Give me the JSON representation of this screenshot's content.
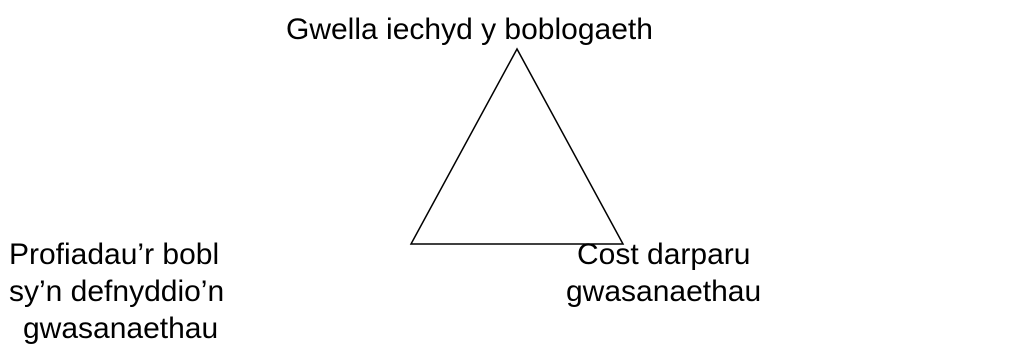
{
  "diagram": {
    "top_label": "Gwella iechyd y boblogaeth",
    "left_label_lines": [
      "Profiadau’r bobl",
      "sy’n defnyddio’n",
      "gwasanaethau"
    ],
    "right_label_lines": [
      "Cost darparu",
      "gwasanaethau"
    ],
    "stroke_color": "#000000",
    "text_color": "#000000",
    "background_color": "#ffffff"
  }
}
